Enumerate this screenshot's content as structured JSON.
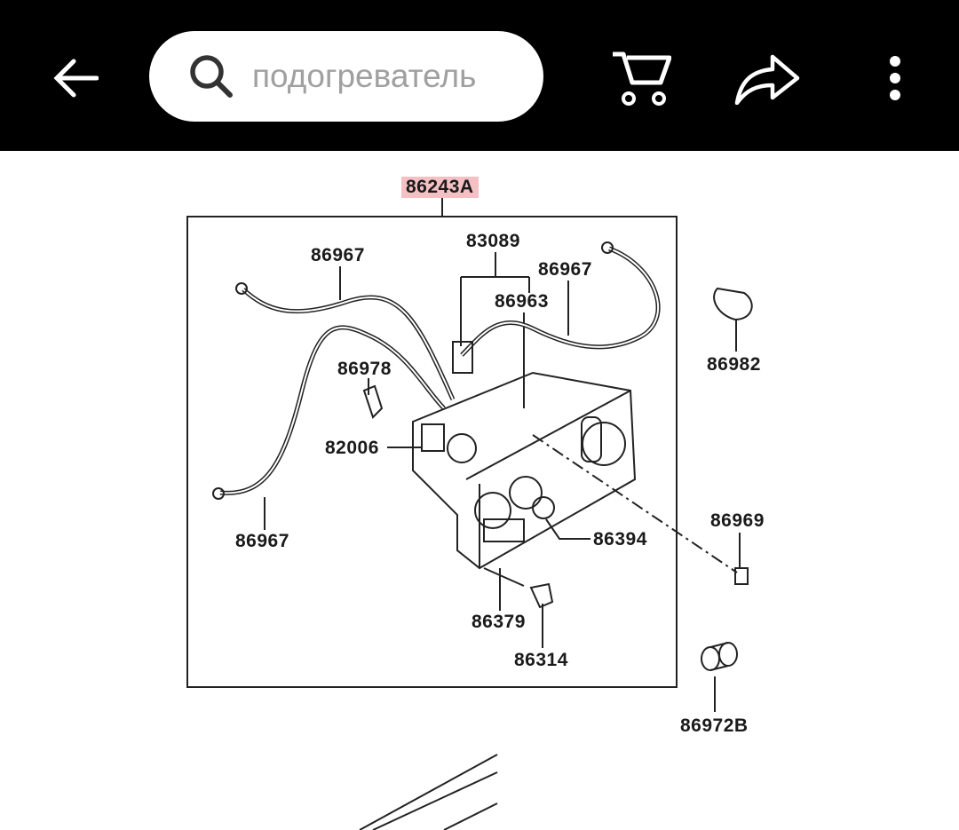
{
  "toolbar": {
    "search_placeholder": "подогреватель",
    "icons": [
      "back-arrow-icon",
      "search-icon",
      "cart-icon",
      "share-icon",
      "more-vert-icon"
    ]
  },
  "diagram": {
    "highlight_color": "#f4c0c4",
    "assembly_label": "86243A",
    "labels": {
      "l83089": "83089",
      "l86967_top": "86967",
      "l86967_right": "86967",
      "l86963": "86963",
      "l86978": "86978",
      "l82006": "82006",
      "l86967_bottom": "86967",
      "l86394": "86394",
      "l86379": "86379",
      "l86314": "86314",
      "l86982": "86982",
      "l86969": "86969",
      "l86972B": "86972B"
    }
  }
}
